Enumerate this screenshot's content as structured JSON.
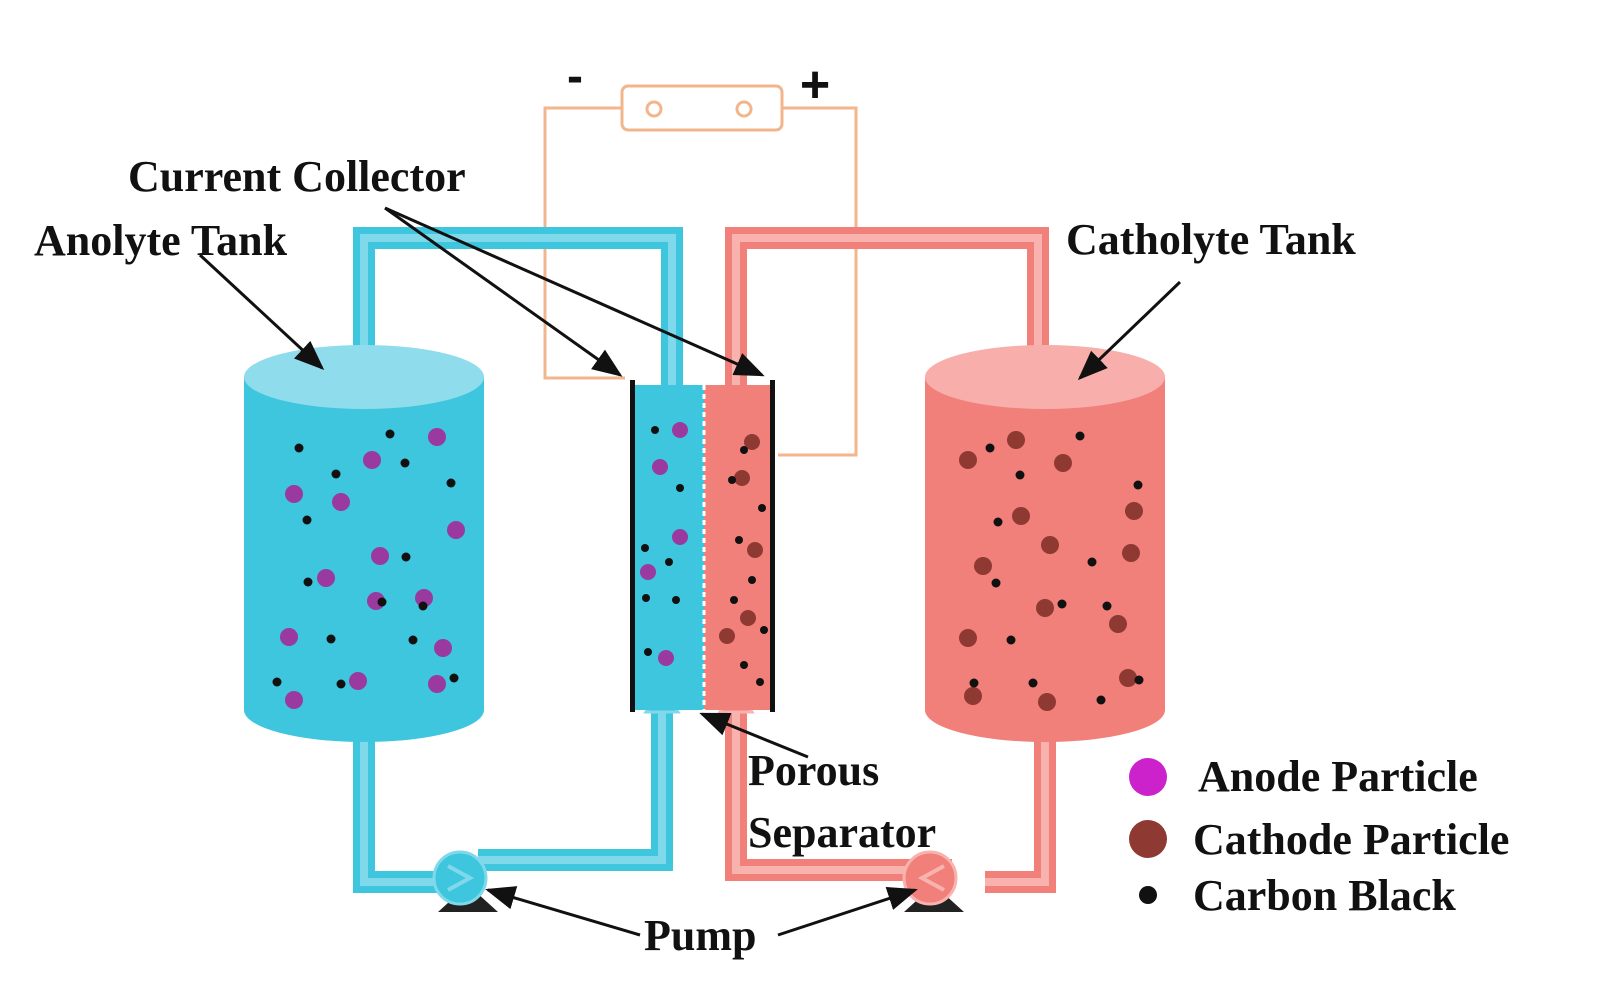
{
  "labels": {
    "current_collector": "Current Collector",
    "anolyte_tank": "Anolyte Tank",
    "catholyte_tank": "Catholyte Tank",
    "porous_line1": "Porous",
    "porous_line2": "Separator",
    "pump": "Pump",
    "minus": "-",
    "plus": "+"
  },
  "legend": [
    {
      "label": "Anode Particle",
      "color": "#cc22cc"
    },
    {
      "label": "Cathode Particle",
      "color": "#8e3a33"
    },
    {
      "label": "Carbon Black",
      "color": "#111111"
    }
  ],
  "colors": {
    "anolyte": "#3fc6df",
    "anolyte_top": "#8fdcec",
    "catholyte": "#f2807a",
    "catholyte_top": "#f8aeaa",
    "circuit_wire": "#f2b58c",
    "anode_particle": "#9b3a9e",
    "cathode_particle": "#8e3a33",
    "carbon_black": "#111111",
    "collector": "#111111",
    "pump_base": "#222222"
  }
}
